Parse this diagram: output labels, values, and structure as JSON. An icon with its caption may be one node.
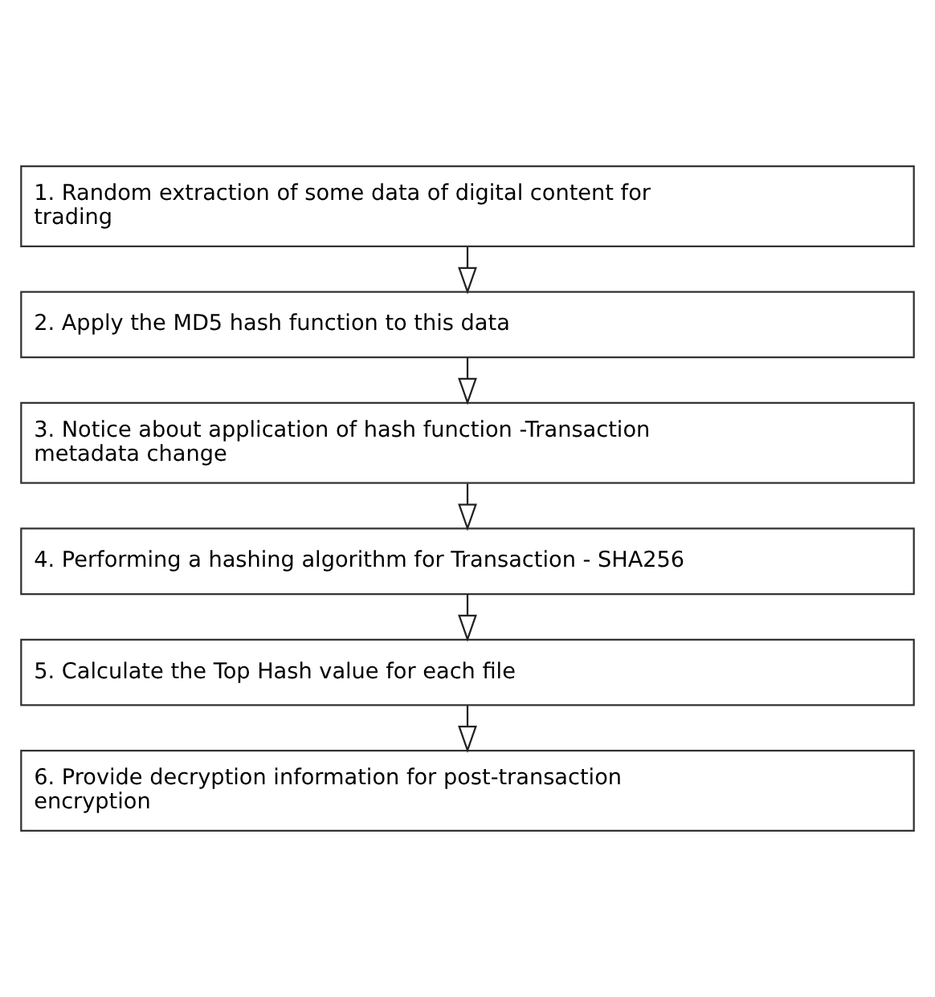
{
  "diagram": {
    "nodes": [
      {
        "text": [
          "1. Random extraction of some data of digital content for trading"
        ]
      },
      {
        "text": [
          "2. Apply the MD5 hash function to this data"
        ]
      },
      {
        "text": [
          "3. Notice about application of hash function -Transaction metadata change"
        ]
      },
      {
        "text": [
          "4. Performing a hashing algorithm for Transaction - SHA256"
        ]
      },
      {
        "text": [
          "5. Calculate the Top Hash value for each file"
        ]
      },
      {
        "text": [
          "6. Provide decryption information for post-transaction encryption"
        ]
      }
    ],
    "edges": [
      {
        "from": 0,
        "to": 1,
        "arrow": "to"
      },
      {
        "from": 1,
        "to": 2,
        "arrow": "to"
      },
      {
        "from": 2,
        "to": 3,
        "arrow": "to"
      },
      {
        "from": 3,
        "to": 4,
        "arrow": "to"
      },
      {
        "from": 4,
        "to": 5,
        "arrow": "to"
      }
    ]
  }
}
